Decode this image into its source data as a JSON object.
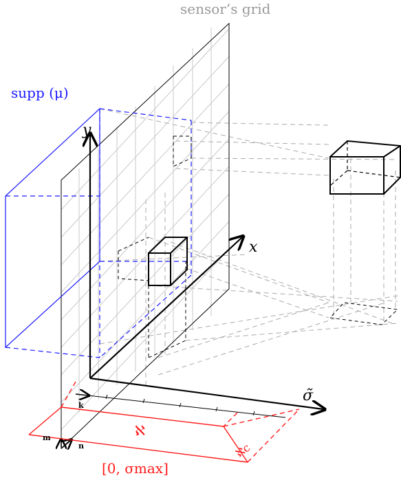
{
  "labels": {
    "sensor_grid": "sensor’s grid",
    "support": "supp (μ)",
    "axis_y": "y",
    "axis_x": "x",
    "axis_sigma": "σ̃",
    "tick_k": "k",
    "tick_m": "m",
    "tick_n": "n",
    "aleph": "ℵ",
    "aleph_c": "ℵc",
    "range": "[0, σmax]"
  },
  "colors": {
    "grid": "#bbbbbb",
    "support": "#1a1aff",
    "range": "#ff1a1a",
    "dashed_gray": "#999999"
  }
}
